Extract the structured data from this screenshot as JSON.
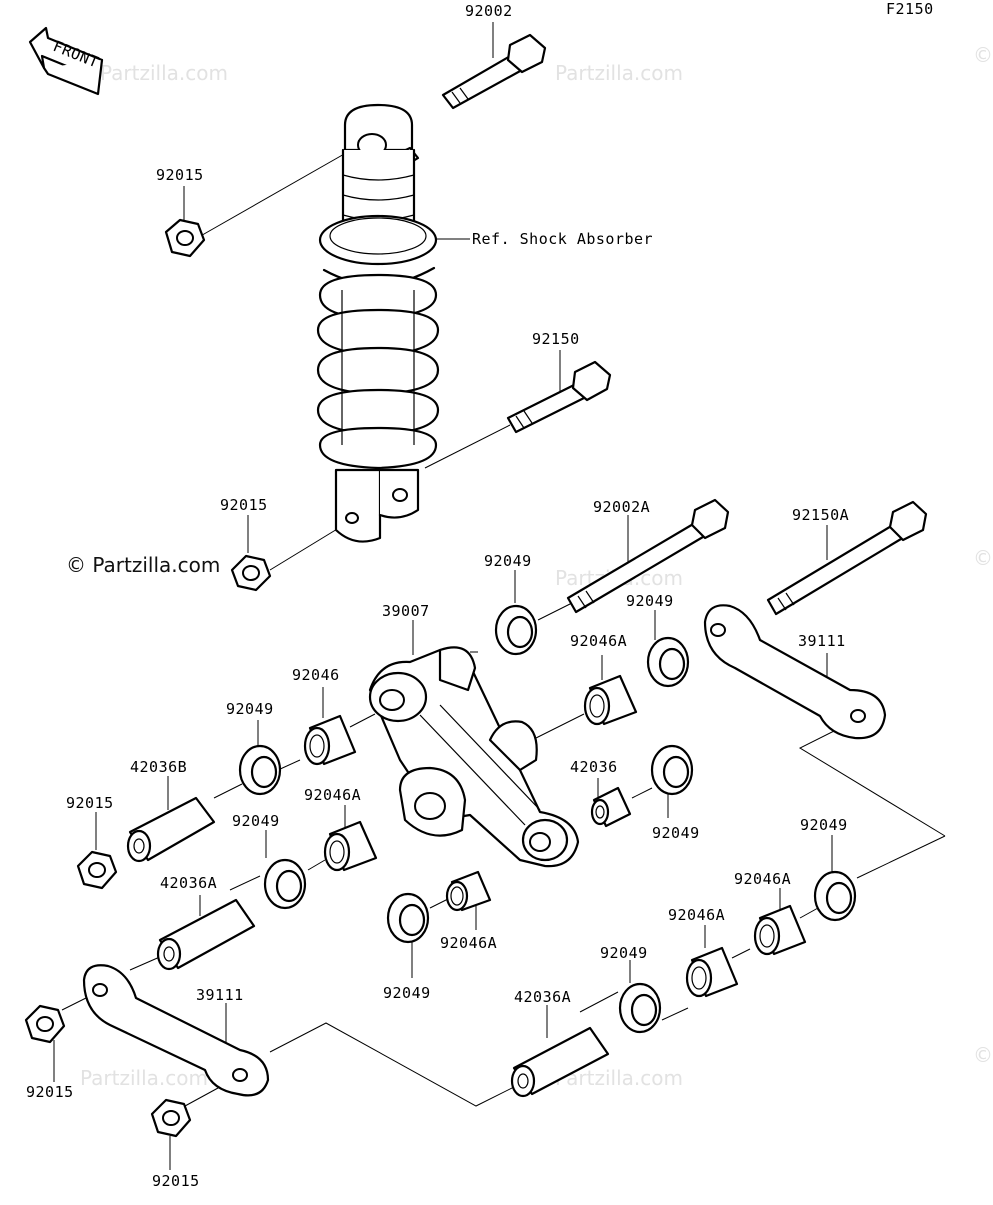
{
  "diagram_code": "F2150",
  "front_arrow_label": "FRONT",
  "watermarks": {
    "site_short": "Partzilla.com",
    "site_full": "© Partzilla.com",
    "copyright_symbol": "©"
  },
  "reference_label": "Ref. Shock Absorber",
  "part_labels": [
    "92002",
    "92015",
    "92150",
    "92015",
    "92002A",
    "92150A",
    "92049",
    "39007",
    "92046A",
    "92049",
    "39111",
    "92046",
    "92049",
    "42036B",
    "92015",
    "92046A",
    "42036",
    "92049",
    "92049",
    "42036A",
    "92049",
    "92049",
    "92046A",
    "92049",
    "92046A",
    "92049",
    "92046A",
    "92049",
    "39111",
    "42036A",
    "92015",
    "92015"
  ]
}
